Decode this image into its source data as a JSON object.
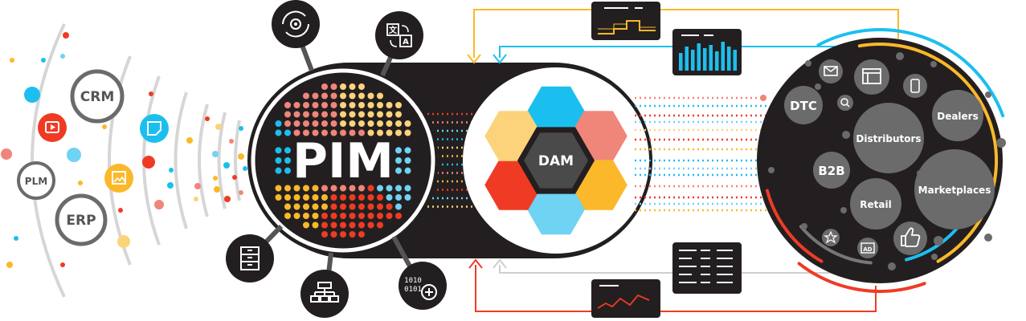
{
  "left_systems": {
    "crm": "CRM",
    "plm": "PLM",
    "erp": "ERP"
  },
  "hub": {
    "pim": "PIM",
    "dam": "DAM"
  },
  "channels": {
    "dtc": "DTC",
    "b2b": "B2B",
    "distributors": "Distributors",
    "dealers": "Dealers",
    "retail": "Retail",
    "marketplaces": "Marketplaces"
  },
  "colors": {
    "dark": "#231f20",
    "gray_ring": "#555555",
    "red": "#ef3b24",
    "salmon": "#f0857a",
    "yellow": "#fbb82a",
    "peach": "#fcd37a",
    "cyan": "#1bbfef",
    "light_blue": "#6fd3f3",
    "light_gray": "#cfcfcf"
  },
  "icons": {
    "satellites": [
      "gear-cycle-icon",
      "translate-icon",
      "cabinet-icon",
      "hierarchy-icon",
      "binary-add-icon"
    ],
    "left": [
      "video-icon",
      "note-icon",
      "image-icon"
    ],
    "channels": [
      "mail-icon",
      "browser-icon",
      "phone-icon",
      "search-icon",
      "star-icon",
      "ad-icon",
      "thumbs-up-icon"
    ],
    "panels": [
      "step-chart-panel",
      "bar-chart-panel",
      "data-list-panel",
      "line-chart-panel"
    ]
  }
}
